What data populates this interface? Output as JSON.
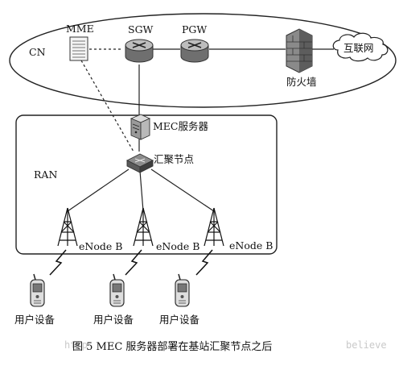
{
  "labels": {
    "cn": "CN",
    "ran": "RAN",
    "mme": "MME",
    "sgw": "SGW",
    "pgw": "PGW",
    "firewall": "防火墙",
    "internet": "互联网",
    "mec_server": "MEC服务器",
    "aggregation_node": "汇聚节点",
    "enodeb_1": "eNode B",
    "enodeb_2": "eNode B",
    "enodeb_3": "eNode B",
    "ue_1": "用户设备",
    "ue_2": "用户设备",
    "ue_3": "用户设备"
  },
  "caption": "图 5   MEC 服务器部署在基站汇聚节点之后",
  "watermark": {
    "left": "http",
    "right": "believe"
  }
}
